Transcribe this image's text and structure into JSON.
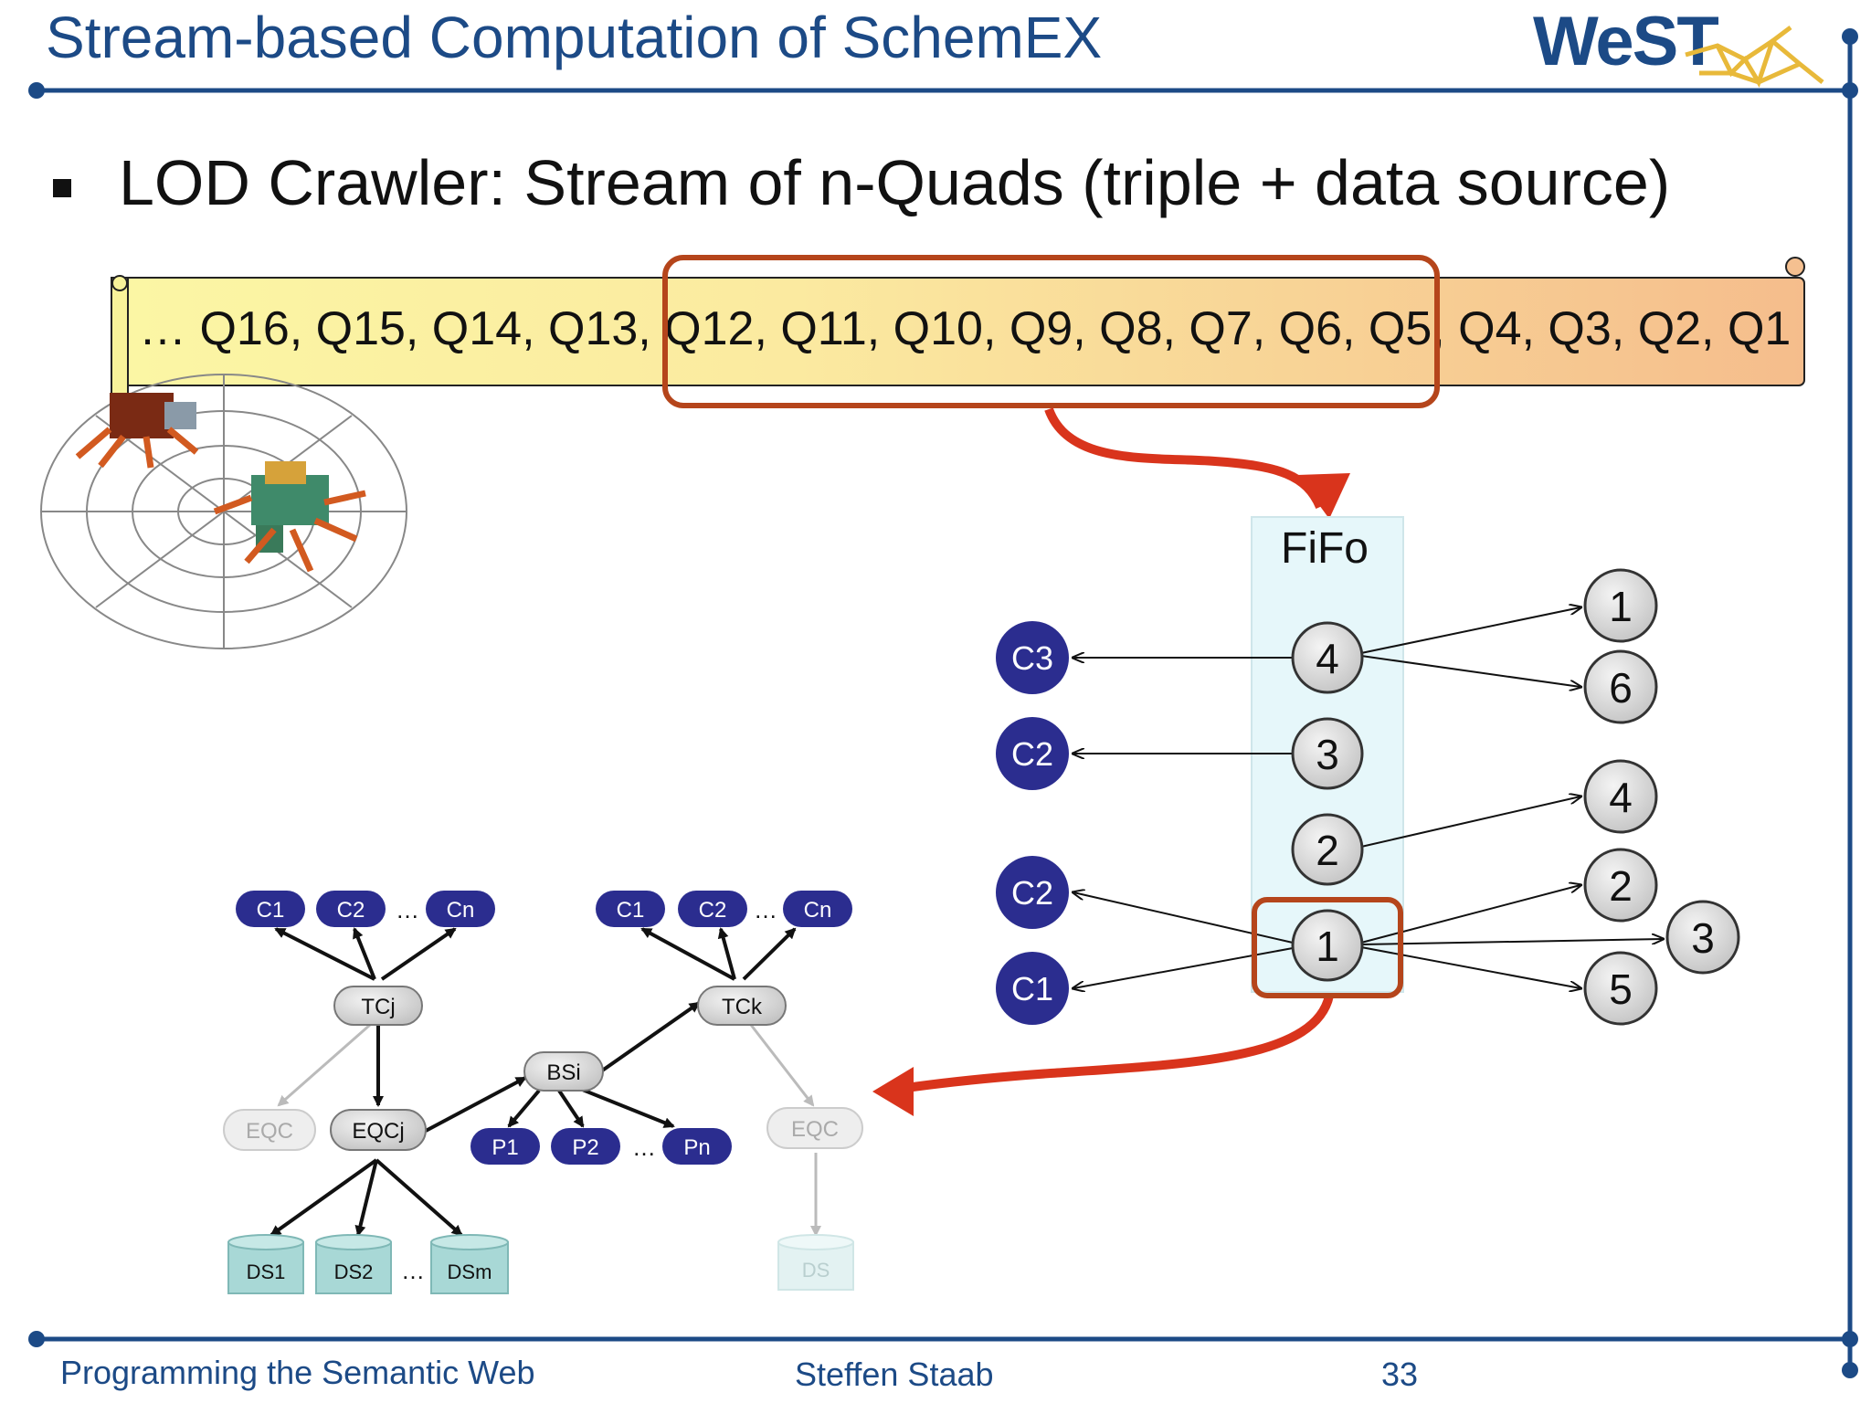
{
  "header": {
    "title": "Stream-based Computation of SchemEX",
    "logo": "WeST"
  },
  "bullet": "LOD Crawler: Stream of n-Quads (triple + data source)",
  "stream": {
    "prefix": "…",
    "quads": [
      "Q16,",
      "Q15,",
      "Q14,",
      "Q13,",
      "Q12,",
      "Q11,",
      "Q10,",
      "Q9,",
      "Q8,",
      "Q7,",
      "Q6,",
      "Q5,",
      "Q4,",
      "Q3,",
      "Q2,",
      "Q1"
    ],
    "text": "…  Q16, Q15, Q14, Q13, Q12, Q11, Q10, Q9, Q8, Q7, Q6, Q5, Q4, Q3, Q2, Q1"
  },
  "fifo": {
    "label": "FiFo",
    "entries": [
      "4",
      "3",
      "2",
      "1"
    ],
    "classes": [
      "C3",
      "C2",
      "C2",
      "C1"
    ],
    "targets": [
      "1",
      "6",
      "4",
      "2",
      "3",
      "5"
    ]
  },
  "schema_graph": {
    "left": {
      "classes": [
        "C1",
        "C2",
        "…",
        "Cn"
      ],
      "type_cluster": "TCj",
      "eqc_faded": "EQC",
      "eqc": "EQCj",
      "data_sources": [
        "DS1",
        "DS2",
        "…",
        "DSm"
      ]
    },
    "bisim": "BSi",
    "properties": [
      "P1",
      "P2",
      "…",
      "Pn"
    ],
    "right": {
      "classes": [
        "C1",
        "C2",
        "…",
        "Cn"
      ],
      "type_cluster": "TCk",
      "eqc_faded": "EQC",
      "ds_faded": "DS"
    }
  },
  "colors": {
    "title_blue": "#1c4a86",
    "class_node": "#2b2d8f",
    "highlight_box": "#b5451b",
    "arrow_red": "#d9341c",
    "fifo_bg": "#e6f7fa",
    "ds_teal": "#a8d8d6"
  },
  "footer": {
    "left": "Programming the Semantic Web",
    "center": "Steffen Staab",
    "page": "33"
  }
}
